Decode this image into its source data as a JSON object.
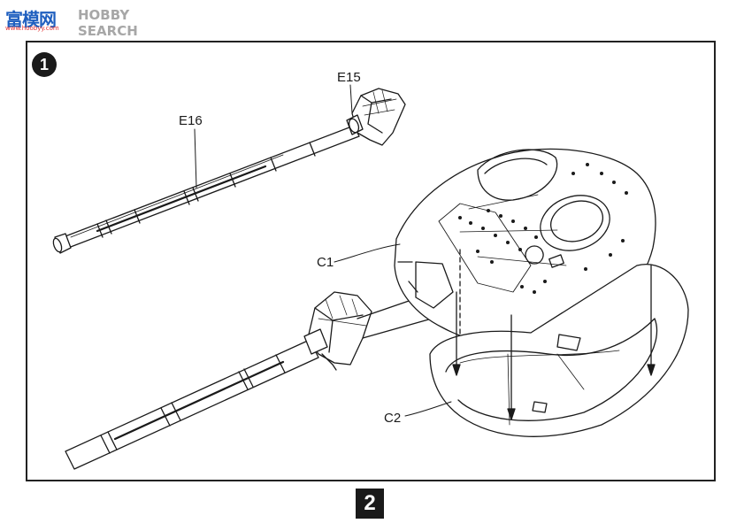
{
  "watermark": {
    "brand_cn": "富模网",
    "brand_en": "HOBBY SEARCH",
    "url": "www.hoobyy.com"
  },
  "step": {
    "number": "1"
  },
  "parts": {
    "e15": "E15",
    "e16": "E16",
    "c1": "C1",
    "c2": "C2"
  },
  "page": {
    "number": "2"
  }
}
